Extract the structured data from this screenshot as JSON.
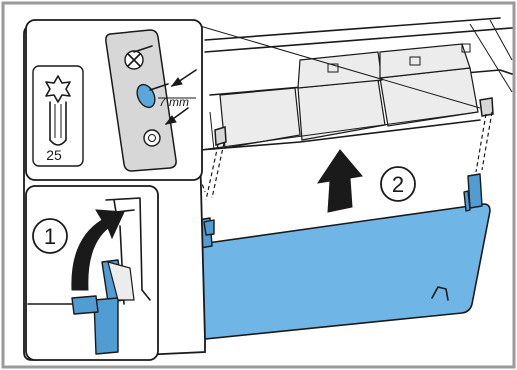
{
  "labels": {
    "screw_length": "7 mm",
    "torx_size": "25",
    "step1": "1",
    "step2": "2"
  },
  "icons": [
    "torx-bit-icon",
    "screw-icon",
    "upward-arrow-icon",
    "curved-arrow-icon",
    "bracket-clip-icon"
  ],
  "colors": {
    "panel_blue": "#6fb6e6",
    "clip_blue": "#4f9dd3",
    "frame_grey": "#9a9a9a"
  }
}
